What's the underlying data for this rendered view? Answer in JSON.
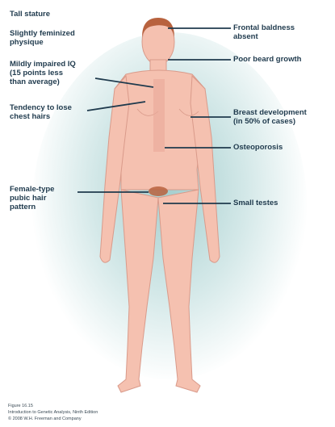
{
  "diagram": {
    "left_labels": [
      "Tall stature",
      "Slightly feminized\nphysique",
      "Mildly impaired IQ\n(15 points less\nthan average)",
      "Tendency to lose\nchest hairs",
      "Female-type\npubic hair\npattern"
    ],
    "right_labels": [
      "Frontal baldness\nabsent",
      "Poor beard growth",
      "Breast development\n(in 50% of cases)",
      "Osteoporosis",
      "Small testes"
    ],
    "caption": [
      "Figure 16.15",
      "Introduction to Genetic Analysis, Ninth Edition",
      "© 2008 W.H. Freeman and Company"
    ]
  },
  "colors": {
    "skin": "#f5c1b0",
    "skin_outline": "#d99a8a",
    "hair": "#b8623e",
    "label_text": "#1f3a4d",
    "leader_line": "#1f3a4d",
    "glow": "#87bebe"
  }
}
